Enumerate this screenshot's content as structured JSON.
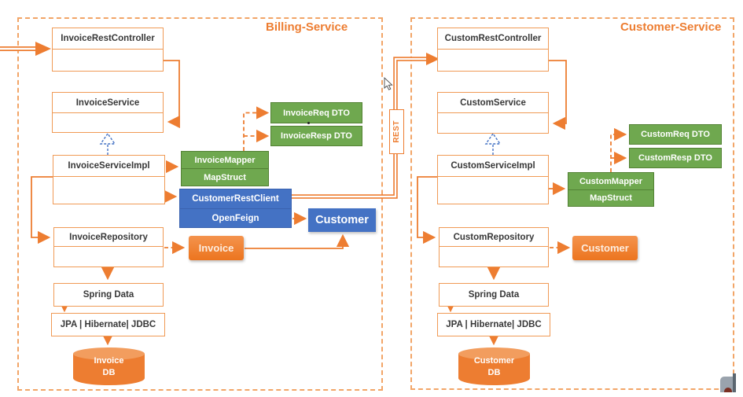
{
  "colors": {
    "accent_orange": "#ED7D31",
    "box_border_orange": "#F09A55",
    "green_fill": "#6FA84F",
    "green_border": "#538234",
    "blue_fill": "#4472C4",
    "label_text": "#383838",
    "white_text": "#FFFFFF"
  },
  "rest_link_label": "REST",
  "icons": {
    "mouse_cursor": "mouse-pointer-icon",
    "corner_logo": "corner-logo-icon"
  },
  "billing": {
    "title": "Billing-Service",
    "controller": "InvoiceRestController",
    "service": "InvoiceService",
    "service_impl": "InvoiceServiceImpl",
    "repository": "InvoiceRepository",
    "spring_data": "Spring Data",
    "jpa": "JPA | Hibernate| JDBC",
    "db_name": "Invoice",
    "db_sub": "DB",
    "mapper": "InvoiceMapper",
    "mapper_sub": "MapStruct",
    "req_dto": "InvoiceReq DTO",
    "resp_dto": "InvoiceResp DTO",
    "rest_client": "CustomerRestClient",
    "rest_client_sub": "OpenFeign",
    "customer_entity": "Customer",
    "invoice_entity": "Invoice"
  },
  "customer": {
    "title": "Customer-Service",
    "controller": "CustomRestController",
    "service": "CustomService",
    "service_impl": "CustomServiceImpl",
    "repository": "CustomRepository",
    "spring_data": "Spring Data",
    "jpa": "JPA | Hibernate| JDBC",
    "db_name": "Customer",
    "db_sub": "DB",
    "mapper": "CustomMapper",
    "mapper_sub": "MapStruct",
    "req_dto": "CustomReq DTO",
    "resp_dto": "CustomResp DTO",
    "customer_entity": "Customer"
  }
}
